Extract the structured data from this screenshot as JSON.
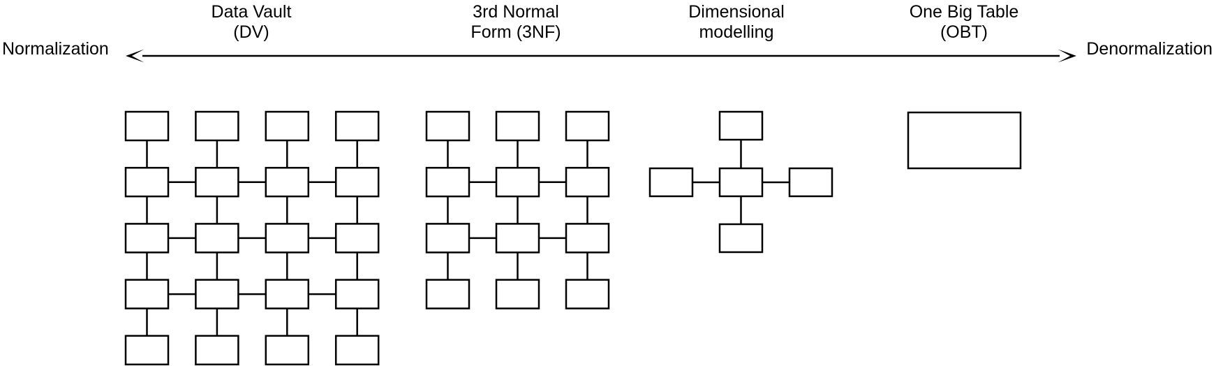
{
  "title": "Normalization vs Denormalization spectrum of data modelling approaches",
  "axis": {
    "left_label": "Normalization",
    "right_label": "Denormalization",
    "arrow_style": "double-headed",
    "line_color": "#000000"
  },
  "colors": {
    "stroke": "#000000",
    "box_fill": "#ffffff",
    "background": "#ffffff",
    "text": "#000000"
  },
  "approaches": [
    {
      "key": "data-vault",
      "label_line1": "Data Vault",
      "label_line2": "(DV)",
      "diagram": {
        "type": "grid",
        "columns": 4,
        "rows": 5,
        "box_count": 20,
        "horizontal_link_rows": [
          2,
          3,
          4
        ],
        "vertical_links": "all-columns"
      }
    },
    {
      "key": "third-normal-form",
      "label_line1": "3rd Normal",
      "label_line2": "Form (3NF)",
      "diagram": {
        "type": "grid",
        "columns": 3,
        "rows": 4,
        "box_count": 12,
        "horizontal_link_rows": [
          2,
          3
        ],
        "vertical_links": "all-columns"
      }
    },
    {
      "key": "dimensional-modelling",
      "label_line1": "Dimensional",
      "label_line2": "modelling",
      "diagram": {
        "type": "star",
        "fact_boxes": 1,
        "dimension_boxes": 4,
        "box_count": 5
      }
    },
    {
      "key": "one-big-table",
      "label_line1": "One Big Table",
      "label_line2": "(OBT)",
      "diagram": {
        "type": "single",
        "box_count": 1
      }
    }
  ]
}
